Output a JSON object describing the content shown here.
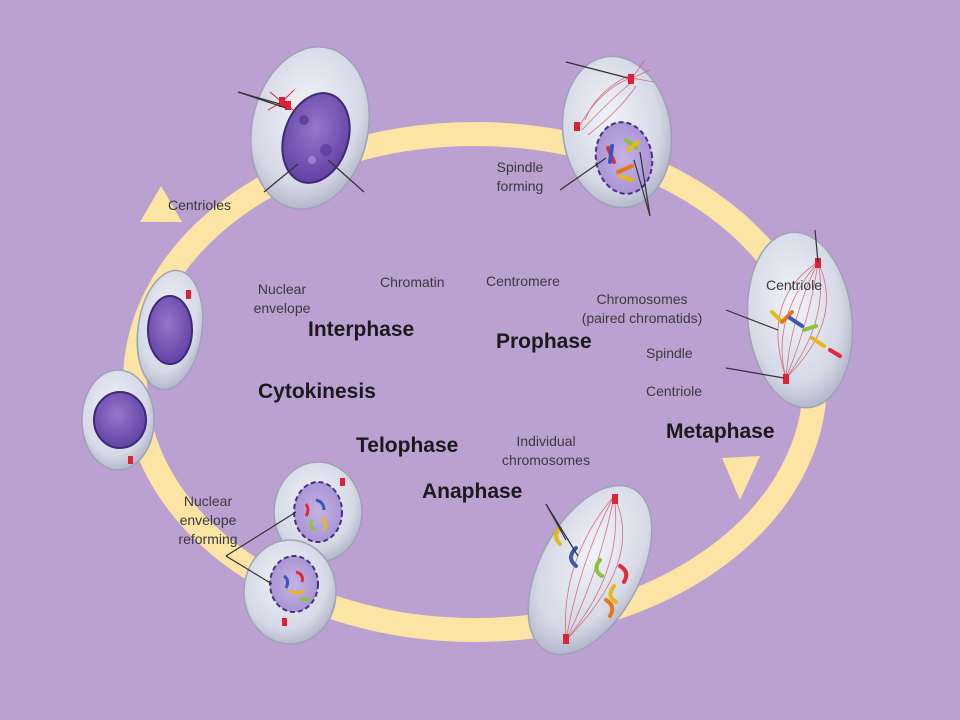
{
  "phases": {
    "interphase": "Interphase",
    "prophase": "Prophase",
    "metaphase": "Metaphase",
    "anaphase": "Anaphase",
    "telophase": "Telophase",
    "cytokinesis": "Cytokinesis"
  },
  "labels": {
    "centrioles": "Centrioles",
    "nuclear_envelope": [
      "Nuclear",
      "envelope"
    ],
    "chromatin": "Chromatin",
    "centromere": "Centromere",
    "spindle_forming": [
      "Spindle",
      "forming"
    ],
    "chromosomes": [
      "Chromosomes",
      "(paired chromatids)"
    ],
    "centriole_top": "Centriole",
    "spindle": "Spindle",
    "centriole_bottom": "Centriole",
    "individual_chromosomes": [
      "Individual",
      "chromosomes"
    ],
    "nuclear_envelope_reforming": [
      "Nuclear",
      "envelope",
      "reforming"
    ]
  },
  "colors": {
    "background": "#bba0d2",
    "cycle_ring": "#fbe4a4",
    "cell_body": "#d9dde9",
    "nucleus": "#7f5cbb",
    "spindle_fibers": "#d25a6a",
    "centriole": "#e02035",
    "chromosome_colors": [
      "#e22a3c",
      "#3d54b8",
      "#e8b71a",
      "#8ac43a",
      "#e8751a"
    ]
  }
}
